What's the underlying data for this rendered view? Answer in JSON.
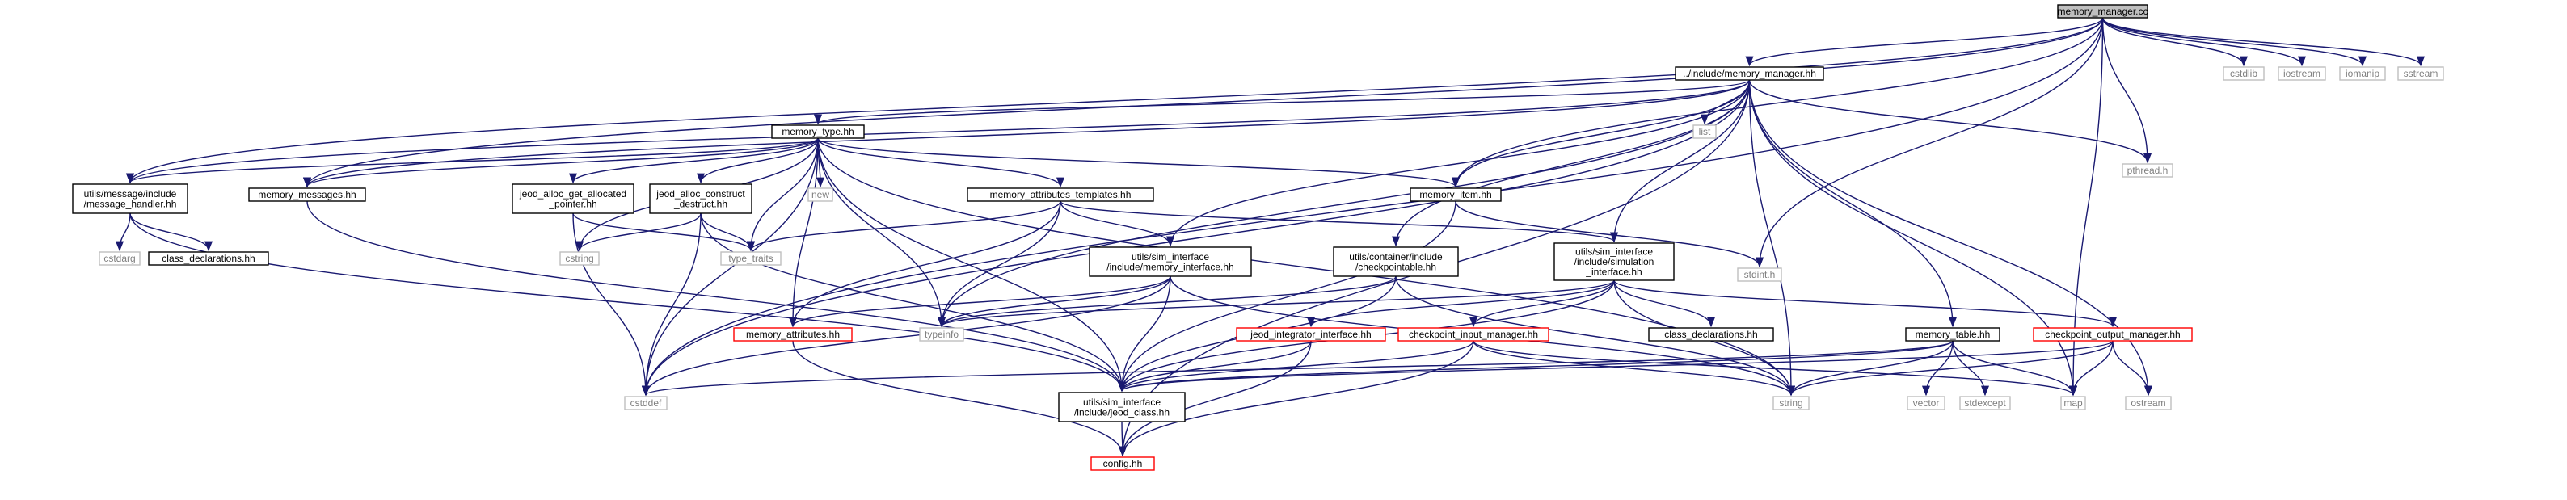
{
  "colors": {
    "edge": "#191970",
    "edge_light": "#a9a9a9",
    "root_fill": "#bfbfbf",
    "node_stroke": "#000000",
    "node_red": "#ff0000",
    "node_grey": "#bfbfbf",
    "text": "#000000",
    "text_grey": "#7f7f7f"
  },
  "nodes": [
    {
      "id": "memory_manager_cc",
      "lines": [
        "memory_manager.cc"
      ],
      "style": "root"
    },
    {
      "id": "include_memory_manager_hh",
      "lines": [
        "../include/memory_manager.hh"
      ],
      "style": "normal"
    },
    {
      "id": "cstdlib",
      "lines": [
        "cstdlib"
      ],
      "style": "grey"
    },
    {
      "id": "iostream",
      "lines": [
        "iostream"
      ],
      "style": "grey"
    },
    {
      "id": "iomanip",
      "lines": [
        "iomanip"
      ],
      "style": "grey"
    },
    {
      "id": "sstream",
      "lines": [
        "sstream"
      ],
      "style": "grey"
    },
    {
      "id": "memory_type_hh",
      "lines": [
        "memory_type.hh"
      ],
      "style": "normal"
    },
    {
      "id": "list",
      "lines": [
        "list"
      ],
      "style": "grey"
    },
    {
      "id": "pthread_h",
      "lines": [
        "pthread.h"
      ],
      "style": "grey"
    },
    {
      "id": "utils_message_handler_hh",
      "lines": [
        "utils/message/include",
        "/message_handler.hh"
      ],
      "style": "normal"
    },
    {
      "id": "memory_messages_hh",
      "lines": [
        "memory_messages.hh"
      ],
      "style": "normal"
    },
    {
      "id": "jeod_alloc_get_allocated_pointer_hh",
      "lines": [
        "jeod_alloc_get_allocated",
        "_pointer.hh"
      ],
      "style": "normal"
    },
    {
      "id": "jeod_alloc_construct_destruct_hh",
      "lines": [
        "jeod_alloc_construct",
        "_destruct.hh"
      ],
      "style": "normal"
    },
    {
      "id": "new",
      "lines": [
        "new"
      ],
      "style": "grey"
    },
    {
      "id": "memory_attributes_templates_hh",
      "lines": [
        "memory_attributes_templates.hh"
      ],
      "style": "normal"
    },
    {
      "id": "memory_item_hh",
      "lines": [
        "memory_item.hh"
      ],
      "style": "normal"
    },
    {
      "id": "cstdarg",
      "lines": [
        "cstdarg"
      ],
      "style": "grey"
    },
    {
      "id": "class_declarations_hh_1",
      "lines": [
        "class_declarations.hh"
      ],
      "style": "normal"
    },
    {
      "id": "cstring",
      "lines": [
        "cstring"
      ],
      "style": "grey"
    },
    {
      "id": "type_traits",
      "lines": [
        "type_traits"
      ],
      "style": "grey"
    },
    {
      "id": "utils_memory_interface_hh",
      "lines": [
        "utils/sim_interface",
        "/include/memory_interface.hh"
      ],
      "style": "normal"
    },
    {
      "id": "utils_checkpointable_hh",
      "lines": [
        "utils/container/include",
        "/checkpointable.hh"
      ],
      "style": "normal"
    },
    {
      "id": "utils_simulation_interface_hh",
      "lines": [
        "utils/sim_interface",
        "/include/simulation",
        "_interface.hh"
      ],
      "style": "normal"
    },
    {
      "id": "stdint_h",
      "lines": [
        "stdint.h"
      ],
      "style": "grey"
    },
    {
      "id": "memory_attributes_hh",
      "lines": [
        "memory_attributes.hh"
      ],
      "style": "red"
    },
    {
      "id": "typeinfo",
      "lines": [
        "typeinfo"
      ],
      "style": "grey"
    },
    {
      "id": "jeod_integrator_interface_hh",
      "lines": [
        "jeod_integrator_interface.hh"
      ],
      "style": "red"
    },
    {
      "id": "checkpoint_input_manager_hh",
      "lines": [
        "checkpoint_input_manager.hh"
      ],
      "style": "red"
    },
    {
      "id": "class_declarations_hh_2",
      "lines": [
        "class_declarations.hh"
      ],
      "style": "normal"
    },
    {
      "id": "memory_table_hh",
      "lines": [
        "memory_table.hh"
      ],
      "style": "normal"
    },
    {
      "id": "checkpoint_output_manager_hh",
      "lines": [
        "checkpoint_output_manager.hh"
      ],
      "style": "red"
    },
    {
      "id": "cstddef",
      "lines": [
        "cstddef"
      ],
      "style": "grey"
    },
    {
      "id": "utils_jeod_class_hh",
      "lines": [
        "utils/sim_interface",
        "/include/jeod_class.hh"
      ],
      "style": "normal"
    },
    {
      "id": "string",
      "lines": [
        "string"
      ],
      "style": "grey"
    },
    {
      "id": "vector",
      "lines": [
        "vector"
      ],
      "style": "grey"
    },
    {
      "id": "stdexcept",
      "lines": [
        "stdexcept"
      ],
      "style": "grey"
    },
    {
      "id": "map",
      "lines": [
        "map"
      ],
      "style": "grey"
    },
    {
      "id": "ostream",
      "lines": [
        "ostream"
      ],
      "style": "grey"
    },
    {
      "id": "config_hh",
      "lines": [
        "config.hh"
      ],
      "style": "red"
    }
  ],
  "edges": [
    [
      "memory_manager_cc",
      "include_memory_manager_hh"
    ],
    [
      "memory_manager_cc",
      "cstdlib"
    ],
    [
      "memory_manager_cc",
      "iostream"
    ],
    [
      "memory_manager_cc",
      "iomanip"
    ],
    [
      "memory_manager_cc",
      "sstream"
    ],
    [
      "memory_manager_cc",
      "pthread_h"
    ],
    [
      "memory_manager_cc",
      "memory_item_hh"
    ],
    [
      "memory_manager_cc",
      "stdint_h"
    ],
    [
      "memory_manager_cc",
      "map"
    ],
    [
      "memory_manager_cc",
      "utils_message_handler_hh"
    ],
    [
      "memory_manager_cc",
      "memory_messages_hh"
    ],
    [
      "memory_manager_cc",
      "cstddef"
    ],
    [
      "include_memory_manager_hh",
      "memory_type_hh"
    ],
    [
      "include_memory_manager_hh",
      "list"
    ],
    [
      "include_memory_manager_hh",
      "pthread_h"
    ],
    [
      "include_memory_manager_hh",
      "memory_item_hh"
    ],
    [
      "include_memory_manager_hh",
      "memory_table_hh"
    ],
    [
      "include_memory_manager_hh",
      "utils_memory_interface_hh"
    ],
    [
      "include_memory_manager_hh",
      "utils_checkpointable_hh"
    ],
    [
      "include_memory_manager_hh",
      "utils_simulation_interface_hh"
    ],
    [
      "include_memory_manager_hh",
      "string"
    ],
    [
      "include_memory_manager_hh",
      "map"
    ],
    [
      "include_memory_manager_hh",
      "ostream"
    ],
    [
      "include_memory_manager_hh",
      "typeinfo"
    ],
    [
      "include_memory_manager_hh",
      "utils_message_handler_hh"
    ],
    [
      "include_memory_manager_hh",
      "memory_messages_hh"
    ],
    [
      "include_memory_manager_hh",
      "cstddef"
    ],
    [
      "include_memory_manager_hh",
      "config_hh"
    ],
    [
      "memory_type_hh",
      "utils_message_handler_hh"
    ],
    [
      "memory_type_hh",
      "memory_messages_hh"
    ],
    [
      "memory_type_hh",
      "jeod_alloc_get_allocated_pointer_hh"
    ],
    [
      "memory_type_hh",
      "jeod_alloc_construct_destruct_hh"
    ],
    [
      "memory_type_hh",
      "new"
    ],
    [
      "memory_type_hh",
      "memory_attributes_templates_hh"
    ],
    [
      "memory_type_hh",
      "memory_item_hh"
    ],
    [
      "memory_type_hh",
      "typeinfo"
    ],
    [
      "memory_type_hh",
      "string"
    ],
    [
      "memory_type_hh",
      "cstring"
    ],
    [
      "memory_type_hh",
      "type_traits"
    ],
    [
      "memory_type_hh",
      "memory_attributes_hh"
    ],
    [
      "memory_type_hh",
      "cstddef"
    ],
    [
      "memory_type_hh",
      "utils_jeod_class_hh"
    ],
    [
      "utils_message_handler_hh",
      "cstdarg"
    ],
    [
      "utils_message_handler_hh",
      "class_declarations_hh_1"
    ],
    [
      "utils_message_handler_hh",
      "utils_jeod_class_hh"
    ],
    [
      "memory_messages_hh",
      "utils_jeod_class_hh"
    ],
    [
      "jeod_alloc_get_allocated_pointer_hh",
      "type_traits"
    ],
    [
      "jeod_alloc_get_allocated_pointer_hh",
      "cstddef"
    ],
    [
      "jeod_alloc_construct_destruct_hh",
      "cstring"
    ],
    [
      "jeod_alloc_construct_destruct_hh",
      "type_traits"
    ],
    [
      "jeod_alloc_construct_destruct_hh",
      "cstddef"
    ],
    [
      "jeod_alloc_construct_destruct_hh",
      "utils_jeod_class_hh"
    ],
    [
      "memory_attributes_templates_hh",
      "type_traits"
    ],
    [
      "memory_attributes_templates_hh",
      "typeinfo"
    ],
    [
      "memory_attributes_templates_hh",
      "utils_memory_interface_hh"
    ],
    [
      "memory_attributes_templates_hh",
      "utils_simulation_interface_hh"
    ],
    [
      "memory_attributes_templates_hh",
      "memory_attributes_hh"
    ],
    [
      "memory_item_hh",
      "stdint_h"
    ],
    [
      "memory_item_hh",
      "utils_jeod_class_hh"
    ],
    [
      "utils_memory_interface_hh",
      "memory_attributes_hh"
    ],
    [
      "utils_memory_interface_hh",
      "typeinfo"
    ],
    [
      "utils_memory_interface_hh",
      "utils_jeod_class_hh"
    ],
    [
      "utils_memory_interface_hh",
      "string"
    ],
    [
      "utils_memory_interface_hh",
      "cstddef"
    ],
    [
      "utils_checkpointable_hh",
      "utils_jeod_class_hh"
    ],
    [
      "utils_checkpointable_hh",
      "string"
    ],
    [
      "utils_checkpointable_hh",
      "typeinfo"
    ],
    [
      "utils_simulation_interface_hh",
      "jeod_integrator_interface_hh"
    ],
    [
      "utils_simulation_interface_hh",
      "checkpoint_input_manager_hh"
    ],
    [
      "utils_simulation_interface_hh",
      "class_declarations_hh_2"
    ],
    [
      "utils_simulation_interface_hh",
      "checkpoint_output_manager_hh"
    ],
    [
      "utils_simulation_interface_hh",
      "utils_jeod_class_hh"
    ],
    [
      "utils_simulation_interface_hh",
      "string"
    ],
    [
      "utils_simulation_interface_hh",
      "typeinfo"
    ],
    [
      "memory_attributes_hh",
      "config_hh"
    ],
    [
      "jeod_integrator_interface_hh",
      "utils_jeod_class_hh"
    ],
    [
      "jeod_integrator_interface_hh",
      "config_hh"
    ],
    [
      "checkpoint_input_manager_hh",
      "utils_jeod_class_hh"
    ],
    [
      "checkpoint_input_manager_hh",
      "string"
    ],
    [
      "checkpoint_input_manager_hh",
      "config_hh"
    ],
    [
      "checkpoint_input_manager_hh",
      "map"
    ],
    [
      "memory_table_hh",
      "utils_jeod_class_hh"
    ],
    [
      "memory_table_hh",
      "string"
    ],
    [
      "memory_table_hh",
      "vector"
    ],
    [
      "memory_table_hh",
      "stdexcept"
    ],
    [
      "memory_table_hh",
      "map"
    ],
    [
      "memory_table_hh",
      "cstddef"
    ],
    [
      "checkpoint_output_manager_hh",
      "utils_jeod_class_hh"
    ],
    [
      "checkpoint_output_manager_hh",
      "string"
    ],
    [
      "checkpoint_output_manager_hh",
      "map"
    ],
    [
      "checkpoint_output_manager_hh",
      "ostream"
    ],
    [
      "utils_jeod_class_hh",
      "config_hh"
    ]
  ]
}
